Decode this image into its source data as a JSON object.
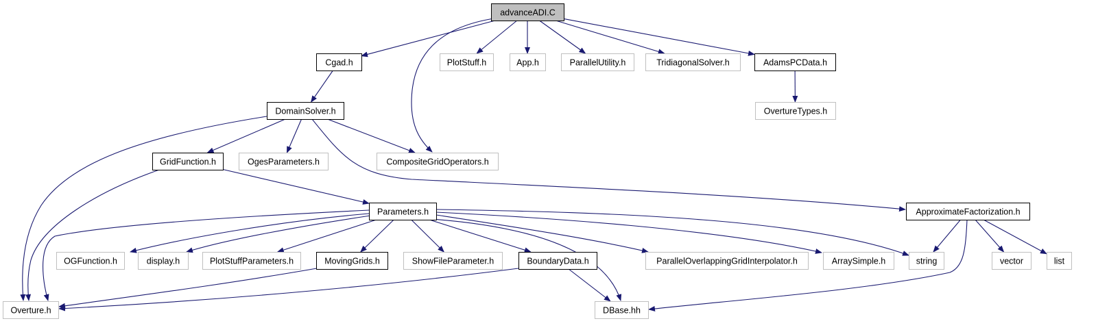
{
  "colors": {
    "edge": "#191970",
    "root_fill": "#bfbfbf",
    "documented_border": "#000000",
    "undocumented_border": "#bfbfbf",
    "node_fill": "#ffffff",
    "text": "#000000"
  },
  "nodes": [
    {
      "id": "advanceADI",
      "label": "advanceADI.C",
      "style": "root"
    },
    {
      "id": "Cgad",
      "label": "Cgad.h",
      "style": "documented"
    },
    {
      "id": "PlotStuff",
      "label": "PlotStuff.h",
      "style": "external"
    },
    {
      "id": "App",
      "label": "App.h",
      "style": "external"
    },
    {
      "id": "ParallelUtility",
      "label": "ParallelUtility.h",
      "style": "external"
    },
    {
      "id": "TridiagonalSolver",
      "label": "TridiagonalSolver.h",
      "style": "external"
    },
    {
      "id": "AdamsPCData",
      "label": "AdamsPCData.h",
      "style": "documented"
    },
    {
      "id": "OvertureTypes",
      "label": "OvertureTypes.h",
      "style": "external"
    },
    {
      "id": "DomainSolver",
      "label": "DomainSolver.h",
      "style": "documented"
    },
    {
      "id": "GridFunction",
      "label": "GridFunction.h",
      "style": "documented"
    },
    {
      "id": "OgesParameters",
      "label": "OgesParameters.h",
      "style": "external"
    },
    {
      "id": "CompositeGridOperators",
      "label": "CompositeGridOperators.h",
      "style": "external"
    },
    {
      "id": "Parameters",
      "label": "Parameters.h",
      "style": "documented"
    },
    {
      "id": "ApproximateFactorization",
      "label": "ApproximateFactorization.h",
      "style": "documented"
    },
    {
      "id": "OGFunction",
      "label": "OGFunction.h",
      "style": "external"
    },
    {
      "id": "display",
      "label": "display.h",
      "style": "external"
    },
    {
      "id": "PlotStuffParameters",
      "label": "PlotStuffParameters.h",
      "style": "external"
    },
    {
      "id": "MovingGrids",
      "label": "MovingGrids.h",
      "style": "documented"
    },
    {
      "id": "ShowFileParameter",
      "label": "ShowFileParameter.h",
      "style": "external"
    },
    {
      "id": "BoundaryData",
      "label": "BoundaryData.h",
      "style": "documented"
    },
    {
      "id": "ParallelOverlappingGridInterpolator",
      "label": "ParallelOverlappingGridInterpolator.h",
      "style": "external"
    },
    {
      "id": "ArraySimple",
      "label": "ArraySimple.h",
      "style": "external"
    },
    {
      "id": "string",
      "label": "string",
      "style": "external"
    },
    {
      "id": "vector",
      "label": "vector",
      "style": "external"
    },
    {
      "id": "list",
      "label": "list",
      "style": "external"
    },
    {
      "id": "Overture",
      "label": "Overture.h",
      "style": "external"
    },
    {
      "id": "DBase",
      "label": "DBase.hh",
      "style": "external"
    }
  ],
  "edges": [
    {
      "from": "advanceADI",
      "to": "Cgad"
    },
    {
      "from": "advanceADI",
      "to": "CompositeGridOperators"
    },
    {
      "from": "advanceADI",
      "to": "PlotStuff"
    },
    {
      "from": "advanceADI",
      "to": "App"
    },
    {
      "from": "advanceADI",
      "to": "ParallelUtility"
    },
    {
      "from": "advanceADI",
      "to": "TridiagonalSolver"
    },
    {
      "from": "advanceADI",
      "to": "AdamsPCData"
    },
    {
      "from": "Cgad",
      "to": "DomainSolver"
    },
    {
      "from": "AdamsPCData",
      "to": "OvertureTypes"
    },
    {
      "from": "DomainSolver",
      "to": "Overture"
    },
    {
      "from": "DomainSolver",
      "to": "GridFunction"
    },
    {
      "from": "DomainSolver",
      "to": "OgesParameters"
    },
    {
      "from": "DomainSolver",
      "to": "CompositeGridOperators"
    },
    {
      "from": "DomainSolver",
      "to": "ApproximateFactorization"
    },
    {
      "from": "GridFunction",
      "to": "Overture"
    },
    {
      "from": "GridFunction",
      "to": "Parameters"
    },
    {
      "from": "Parameters",
      "to": "Overture"
    },
    {
      "from": "Parameters",
      "to": "OGFunction"
    },
    {
      "from": "Parameters",
      "to": "display"
    },
    {
      "from": "Parameters",
      "to": "PlotStuffParameters"
    },
    {
      "from": "Parameters",
      "to": "MovingGrids"
    },
    {
      "from": "Parameters",
      "to": "ShowFileParameter"
    },
    {
      "from": "Parameters",
      "to": "BoundaryData"
    },
    {
      "from": "Parameters",
      "to": "DBase"
    },
    {
      "from": "Parameters",
      "to": "ParallelOverlappingGridInterpolator"
    },
    {
      "from": "Parameters",
      "to": "ArraySimple"
    },
    {
      "from": "Parameters",
      "to": "string"
    },
    {
      "from": "ApproximateFactorization",
      "to": "string"
    },
    {
      "from": "ApproximateFactorization",
      "to": "DBase"
    },
    {
      "from": "ApproximateFactorization",
      "to": "vector"
    },
    {
      "from": "ApproximateFactorization",
      "to": "list"
    },
    {
      "from": "MovingGrids",
      "to": "Overture"
    },
    {
      "from": "BoundaryData",
      "to": "Overture"
    },
    {
      "from": "BoundaryData",
      "to": "DBase"
    }
  ]
}
